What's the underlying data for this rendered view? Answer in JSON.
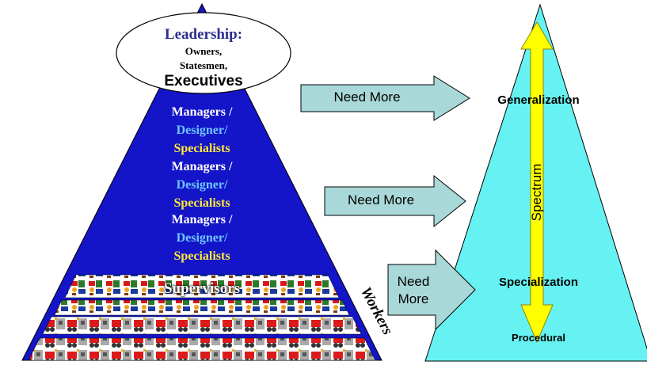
{
  "leadership": {
    "title": "Leadership:",
    "line1": "Owners,",
    "line2": "Statesmen,",
    "line3": "Executives"
  },
  "roles": [
    {
      "managers": "Managers /",
      "designer": "Designer/",
      "specialists": "Specialists"
    },
    {
      "managers": "Managers /",
      "designer": "Designer/",
      "specialists": "Specialists"
    },
    {
      "managers": "Managers /",
      "designer": "Designer/",
      "specialists": "Specialists"
    }
  ],
  "supervisors": "Supervisors",
  "workers": "Workers",
  "arrows": {
    "top": "Need More",
    "middle": "Need More",
    "bottom_line1": "Need",
    "bottom_line2": "More"
  },
  "cone": {
    "top": "Generalization",
    "middle": "Specialization",
    "bottom": "Procedural",
    "spectrum": "Spectrum"
  },
  "colors": {
    "pyramid": "#1414c8",
    "cone": "#66f2f2",
    "arrow": "#a9d8d8",
    "spectrum": "#ffff00"
  }
}
